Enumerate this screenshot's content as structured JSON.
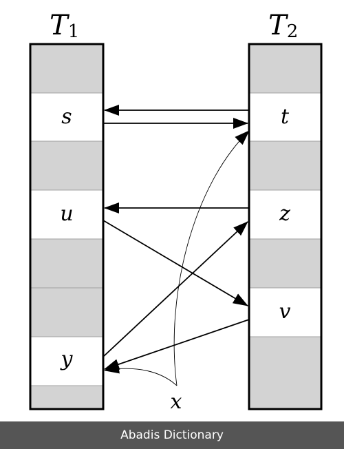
{
  "diagram": {
    "table1": {
      "title_main": "T",
      "title_sub": "1",
      "cells": [
        {
          "label": "",
          "filled": true
        },
        {
          "label": "s",
          "filled": false
        },
        {
          "label": "",
          "filled": true
        },
        {
          "label": "u",
          "filled": false
        },
        {
          "label": "",
          "filled": true
        },
        {
          "label": "",
          "filled": true
        },
        {
          "label": "y",
          "filled": false
        },
        {
          "label": "",
          "filled": true
        }
      ]
    },
    "table2": {
      "title_main": "T",
      "title_sub": "2",
      "cells": [
        {
          "label": "",
          "filled": true
        },
        {
          "label": "t",
          "filled": false
        },
        {
          "label": "",
          "filled": true
        },
        {
          "label": "z",
          "filled": false
        },
        {
          "label": "",
          "filled": true
        },
        {
          "label": "v",
          "filled": false
        },
        {
          "label": "",
          "filled": true
        }
      ]
    },
    "x_label": "x",
    "colors": {
      "fill": "#d3d3d3",
      "empty": "#ffffff",
      "stroke": "#000000"
    }
  },
  "footer": {
    "text": "Abadis Dictionary"
  }
}
